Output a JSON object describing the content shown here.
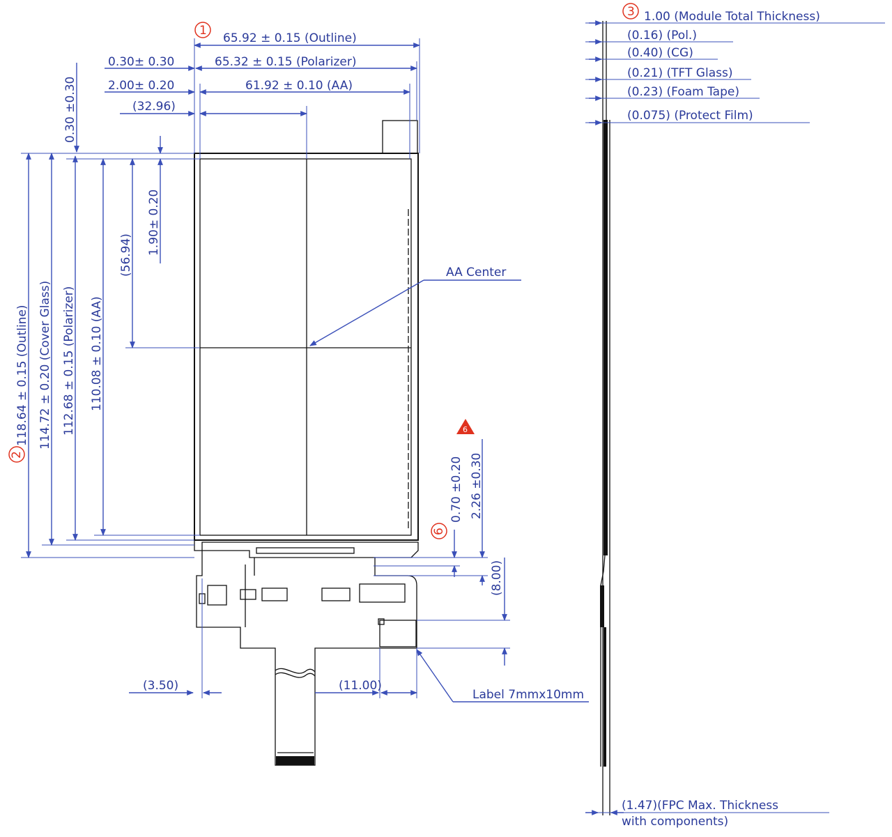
{
  "callouts": {
    "c1": "1",
    "c2": "2",
    "c3": "3",
    "c6": "6"
  },
  "colors": {
    "dimension": "#3a4fb8",
    "text": "#2a3a9a",
    "outline": "#111111",
    "callout": "#e0321e"
  },
  "top_dims": {
    "outline": "65.92 ± 0.15   (Outline)",
    "polarizer_offset": "0.30±  0.30",
    "polarizer": "65.32 ± 0.15   (Polarizer)",
    "aa_offset": "2.00±  0.20",
    "aa": "61.92 ± 0.10   (AA)",
    "center_x": "(32.96)"
  },
  "left_dims": {
    "top_offset": "0.30  ±0.30",
    "outline": "118.64 ± 0.15   (Outline)",
    "cover_glass": "114.72 ± 0.20   (Cover Glass)",
    "polarizer": "112.68 ± 0.15   (Polarizer)",
    "aa": "110.08 ± 0.10   (AA)",
    "center_y": "(56.94)",
    "aa_top_offset": "1.90±  0.20"
  },
  "annotations": {
    "aa_center": "AA Center",
    "label": "Label  7mmx10mm",
    "warning_mark": "6"
  },
  "bottom_dims": {
    "dim_0_70": "0.70  ±0.20",
    "dim_2_26": "2.26  ±0.30",
    "dim_8_00": "(8.00)",
    "dim_3_50": "(3.50)",
    "dim_11_00": "(11.00)"
  },
  "thickness": {
    "total": "1.00  (Module  Total  Thickness)",
    "pol": "(0.16)  (Pol.)",
    "cg": "(0.40)  (CG)",
    "tft": "(0.21)  (TFT  Glass)",
    "foam": "(0.23)  (Foam  Tape)",
    "film": "(0.075)  (Protect  Film)",
    "fpc_line1": "(1.47)(FPC  Max.  Thickness",
    "fpc_line2": "with  components)"
  }
}
